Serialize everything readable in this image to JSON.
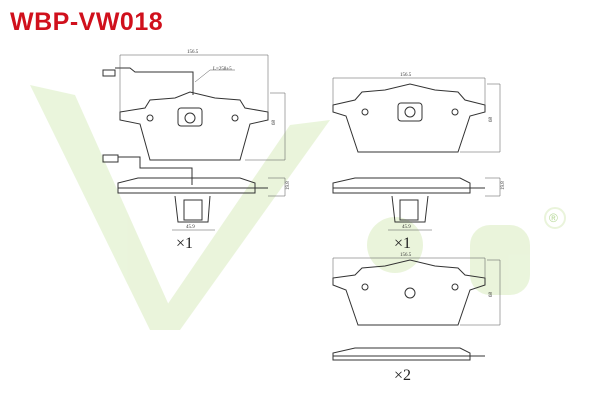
{
  "title": "WBP-VW018",
  "watermark": {
    "text": "vgn",
    "registered": "®",
    "color": "#8dc63f"
  },
  "brand_color": "#d0101c",
  "drawings": [
    {
      "width_dim": "156.5",
      "height_dim": "68",
      "thickness_dim": "19.8",
      "clip_dim": "45.9",
      "wire_dim": "L=258±5",
      "quantity": "×1"
    },
    {
      "width_dim": "156.5",
      "height_dim": "68",
      "thickness_dim": "19.8",
      "clip_dim": "45.9",
      "quantity": "×1"
    },
    {
      "width_dim": "156.5",
      "height_dim": "68",
      "quantity": "×2"
    }
  ]
}
